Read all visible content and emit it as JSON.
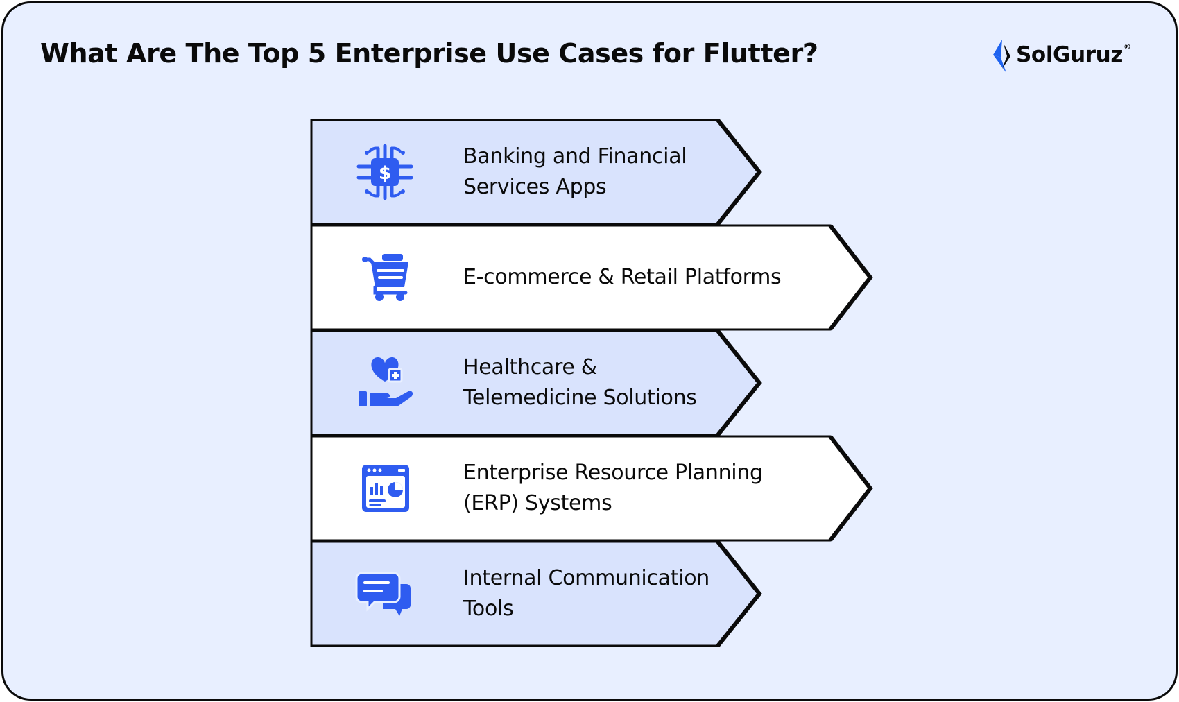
{
  "title": "What Are The Top 5 Enterprise Use Cases for Flutter?",
  "brand": {
    "name": "SolGuruz",
    "registered_mark": "®",
    "logo_icon": "solguruz-logo-icon"
  },
  "colors": {
    "page_background": "#e8efff",
    "arrow_fill_tinted": "#d9e3fd",
    "arrow_fill_plain": "#ffffff",
    "outline": "#0a0a0a",
    "icon_blue": "#2f5cf0",
    "logo_blue": "#1e63f0"
  },
  "use_cases": [
    {
      "line1": "Banking and Financial",
      "line2": "Services Apps",
      "icon": "dollar-chip-icon"
    },
    {
      "line1": "E-commerce & Retail Platforms",
      "line2": "",
      "icon": "shopping-cart-icon"
    },
    {
      "line1": "Healthcare &",
      "line2": "Telemedicine Solutions",
      "icon": "heart-care-hand-icon"
    },
    {
      "line1": "Enterprise Resource Planning",
      "line2": "(ERP) Systems",
      "icon": "dashboard-window-icon"
    },
    {
      "line1": "Internal Communication",
      "line2": "Tools",
      "icon": "chat-bubbles-icon"
    }
  ]
}
